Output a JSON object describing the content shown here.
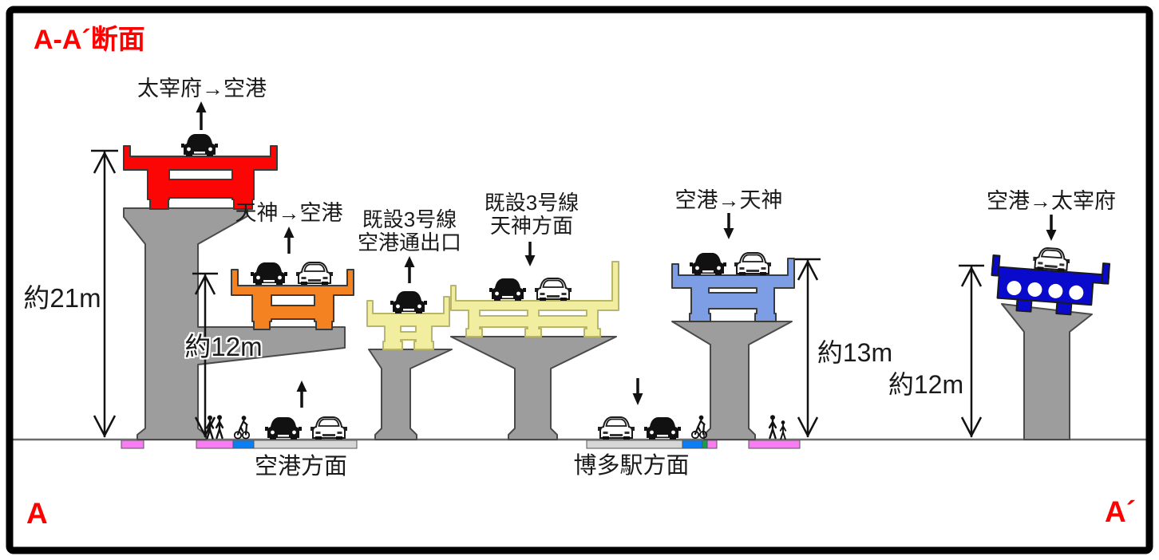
{
  "title": "A-A´断面",
  "section_markers": {
    "left": "A",
    "right": "A´"
  },
  "annotations": {
    "dazaifu_to_airport": "太宰府→空港",
    "tenjin_to_airport": "天神→空港",
    "existing_line3_exit": {
      "line1": "既設3号線",
      "line2": "空港通出口"
    },
    "existing_line3_tenjin": {
      "line1": "既設3号線",
      "line2": "天神方面"
    },
    "airport_to_tenjin": "空港→天神",
    "airport_to_dazaifu": "空港→太宰府",
    "ground_airport": "空港方面",
    "ground_hakata": "博多駅方面"
  },
  "dimensions": {
    "viaduct_dazaifu_to_airport": "約21m",
    "viaduct_tenjin_to_airport": "約12m",
    "viaduct_airport_to_tenjin": "約13m",
    "viaduct_airport_to_dazaifu": "約12m"
  },
  "structures": [
    {
      "name": "dazaifu-to-airport-ramp",
      "color": "red",
      "label": "太宰府→空港",
      "direction_arrow": "up",
      "height": "約21m",
      "cars": 1
    },
    {
      "name": "tenjin-to-airport-ramp",
      "color": "orange",
      "label": "天神→空港",
      "direction_arrow": "up",
      "height": "約12m",
      "cars": 2
    },
    {
      "name": "existing-route3-airport-exit",
      "color": "yellow",
      "label": "既設3号線 空港通出口",
      "direction_arrow": "up",
      "cars": 1
    },
    {
      "name": "existing-route3-tenjin",
      "color": "yellow",
      "label": "既設3号線 天神方面",
      "direction_arrow": "down",
      "cars": 2
    },
    {
      "name": "airport-to-tenjin-ramp",
      "color": "light_blue",
      "label": "空港→天神",
      "direction_arrow": "down",
      "height": "約13m",
      "cars": 2
    },
    {
      "name": "airport-to-dazaifu-ramp",
      "color": "dark_blue",
      "label": "空港→太宰府",
      "direction_arrow": "down",
      "height": "約12m",
      "cars": 1
    }
  ],
  "colors": {
    "red": "#fb0505",
    "orange": "#f58220",
    "yellow": "#f1eea0",
    "light_blue": "#7d9de4",
    "dark_blue": "#0a0acc",
    "pier_gray": "#9d9d9d",
    "pier_outline": "#4a4a4a",
    "roadway_gray": "#d6d6d6",
    "sidewalk_pink": "#f87df2",
    "bike_lane_blue": "#0a7ef2",
    "planting_green": "#0fa24c",
    "annotation_red": "#ff0000"
  }
}
